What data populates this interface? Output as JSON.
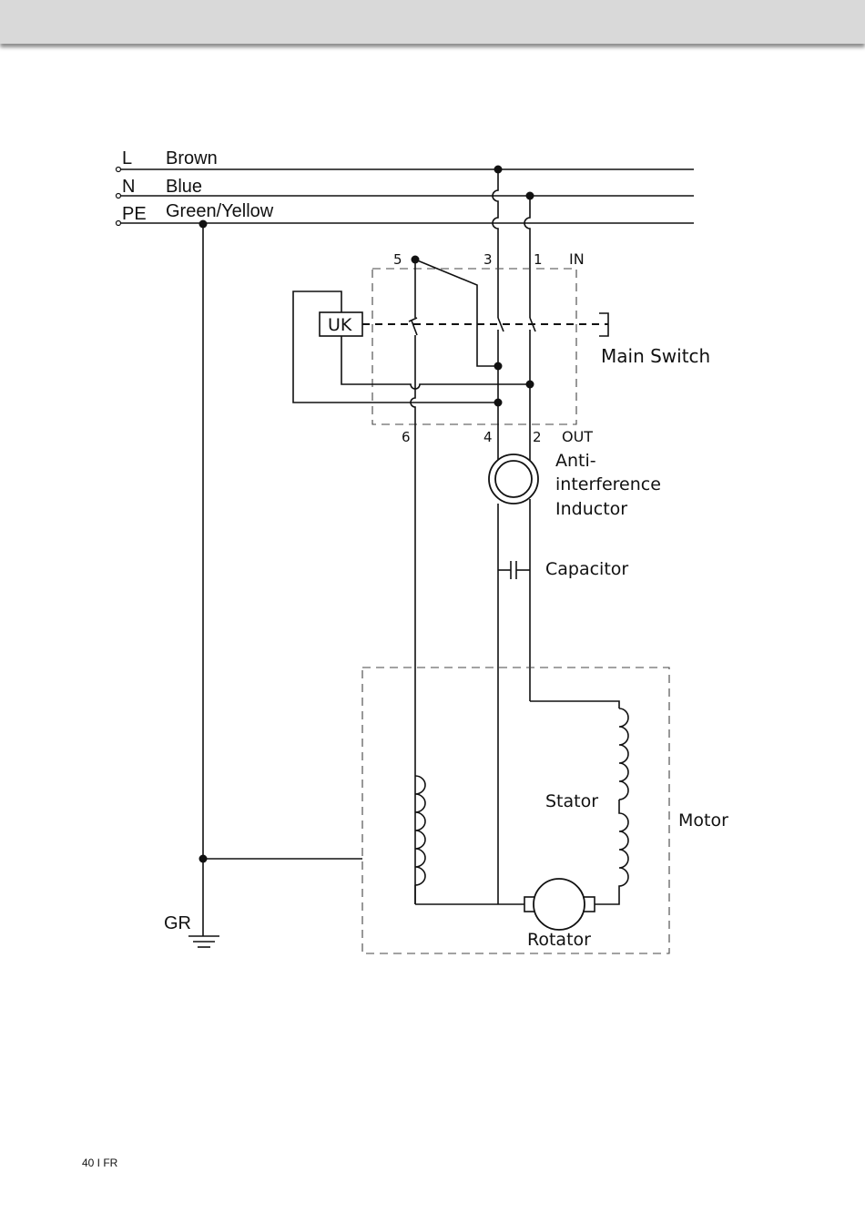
{
  "lines": {
    "l": {
      "code": "L",
      "color": "Brown"
    },
    "n": {
      "code": "N",
      "color": "Blue"
    },
    "pe": {
      "code": "PE",
      "color": "Green/Yellow"
    }
  },
  "terminals": [
    "5",
    "3",
    "1",
    "6",
    "4",
    "2"
  ],
  "switch": {
    "in_label": "IN",
    "out_label": "OUT",
    "name": "Main Switch",
    "relay": "UK"
  },
  "inductor": {
    "line1": "Anti-",
    "line2": "interference",
    "line3": "Inductor"
  },
  "capacitor": "Capacitor",
  "motor": {
    "name": "Motor",
    "stator": "Stator",
    "rotor": "Rotator"
  },
  "ground": "GR",
  "footer": "40 I FR"
}
